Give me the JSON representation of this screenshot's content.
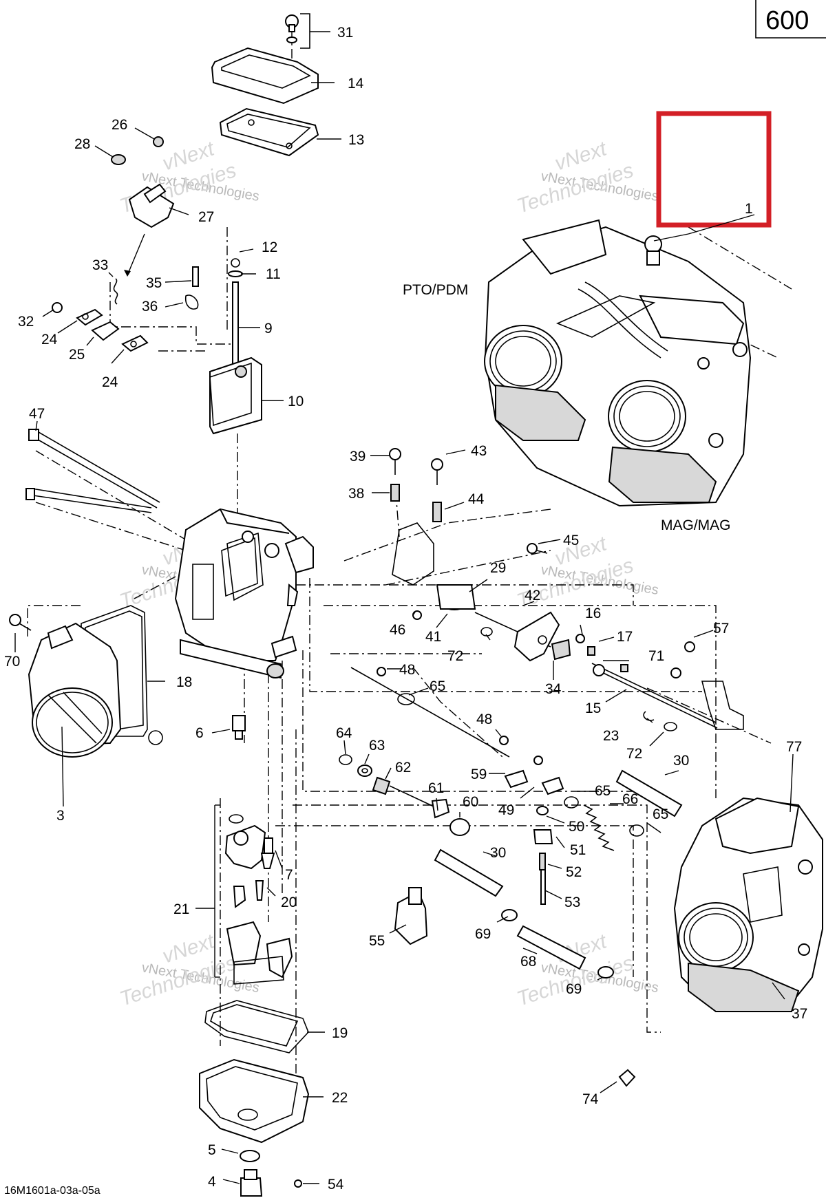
{
  "page": {
    "number": "600",
    "drawing_id": "16M1601a-03a-05a"
  },
  "labels": {
    "pto": "PTO/PDM",
    "mag": "MAG/MAG"
  },
  "watermark": {
    "line1": "vNext",
    "line2": "vNext Technologies",
    "line3": "Technologies"
  },
  "callouts": {
    "c31": "31",
    "c14": "14",
    "c13": "13",
    "c26": "26",
    "c28": "28",
    "c27": "27",
    "c1": "1",
    "c12": "12",
    "c11": "11",
    "c33": "33",
    "c35": "35",
    "c36": "36",
    "c9": "9",
    "c32": "32",
    "c24a": "24",
    "c25": "25",
    "c24b": "24",
    "c10": "10",
    "c47": "47",
    "c39": "39",
    "c43": "43",
    "c38": "38",
    "c44": "44",
    "c45": "45",
    "c29": "29",
    "c42": "42",
    "c16": "16",
    "c17": "17",
    "c57": "57",
    "c70": "70",
    "c46": "46",
    "c41": "41",
    "c72a": "72",
    "c71": "71",
    "c48a": "48",
    "c65a": "65",
    "c34": "34",
    "c15": "15",
    "c18": "18",
    "c23": "23",
    "c72b": "72",
    "c48b": "48",
    "c6": "6",
    "c64": "64",
    "c63": "63",
    "c62": "62",
    "c30a": "30",
    "c77": "77",
    "c59": "59",
    "c65b": "65",
    "c61": "61",
    "c60": "60",
    "c66": "66",
    "c3": "3",
    "c49": "49",
    "c50": "50",
    "c65c": "65",
    "c51": "51",
    "c30b": "30",
    "c7": "7",
    "c52": "52",
    "c21": "21",
    "c20": "20",
    "c53": "53",
    "c69a": "69",
    "c55": "55",
    "c68": "68",
    "c69b": "69",
    "c37": "37",
    "c19": "19",
    "c22": "22",
    "c74": "74",
    "c5": "5",
    "c4": "4",
    "c54": "54"
  },
  "colors": {
    "highlight": "#d31f26",
    "ink": "#000000",
    "watermark": "#b9b9b9"
  }
}
